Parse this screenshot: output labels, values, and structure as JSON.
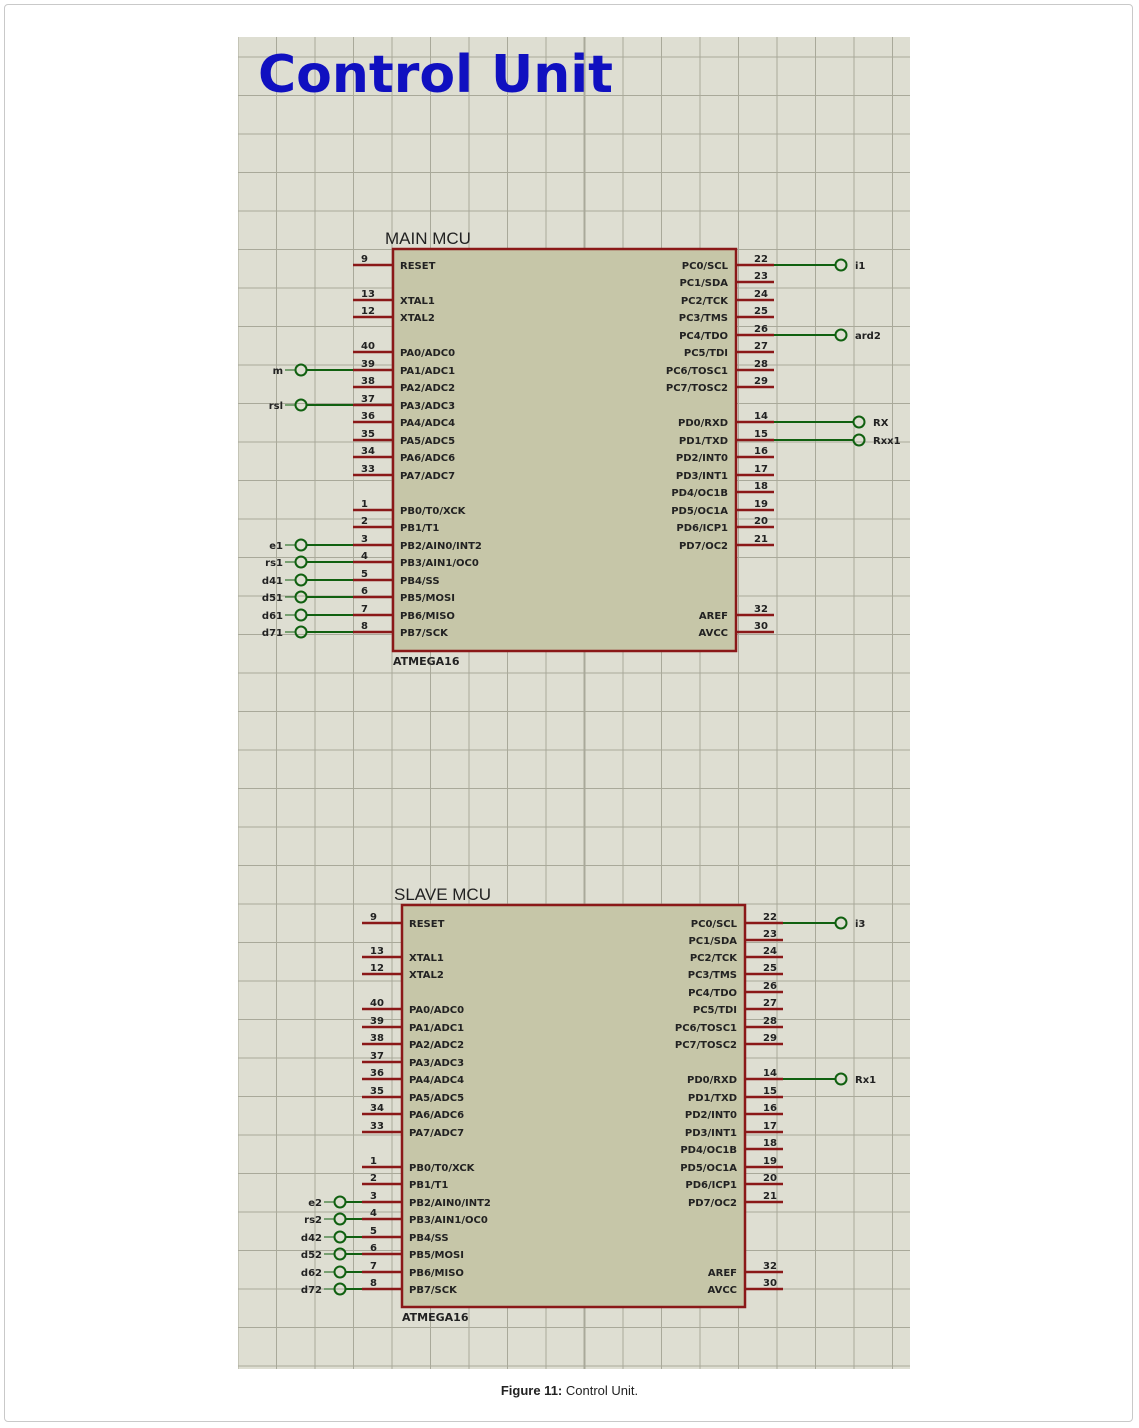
{
  "title": "Control Unit",
  "caption": {
    "label": "Figure 11:",
    "text": "Control Unit."
  },
  "colors": {
    "grid_bg": "#deded2",
    "grid_line": "#a9a99a",
    "chip_fill": "#c6c6a8",
    "chip_border": "#8a1818",
    "pin": "#8a1818",
    "wire": "#106010",
    "title": "#1010c0"
  },
  "main_mcu": {
    "label": "MAIN MCU",
    "part": "ATMEGA16",
    "left_pins": [
      {
        "num": "9",
        "name": "RESET"
      },
      {
        "num": "13",
        "name": "XTAL1"
      },
      {
        "num": "12",
        "name": "XTAL2"
      },
      {
        "num": "40",
        "name": "PA0/ADC0"
      },
      {
        "num": "39",
        "name": "PA1/ADC1"
      },
      {
        "num": "38",
        "name": "PA2/ADC2"
      },
      {
        "num": "37",
        "name": "PA3/ADC3"
      },
      {
        "num": "36",
        "name": "PA4/ADC4"
      },
      {
        "num": "35",
        "name": "PA5/ADC5"
      },
      {
        "num": "34",
        "name": "PA6/ADC6"
      },
      {
        "num": "33",
        "name": "PA7/ADC7"
      },
      {
        "num": "1",
        "name": "PB0/T0/XCK"
      },
      {
        "num": "2",
        "name": "PB1/T1"
      },
      {
        "num": "3",
        "name": "PB2/AIN0/INT2"
      },
      {
        "num": "4",
        "name": "PB3/AIN1/OC0"
      },
      {
        "num": "5",
        "name": "PB4/SS"
      },
      {
        "num": "6",
        "name": "PB5/MOSI"
      },
      {
        "num": "7",
        "name": "PB6/MISO"
      },
      {
        "num": "8",
        "name": "PB7/SCK"
      }
    ],
    "right_pins": [
      {
        "num": "22",
        "name": "PC0/SCL"
      },
      {
        "num": "23",
        "name": "PC1/SDA"
      },
      {
        "num": "24",
        "name": "PC2/TCK"
      },
      {
        "num": "25",
        "name": "PC3/TMS"
      },
      {
        "num": "26",
        "name": "PC4/TDO"
      },
      {
        "num": "27",
        "name": "PC5/TDI"
      },
      {
        "num": "28",
        "name": "PC6/TOSC1"
      },
      {
        "num": "29",
        "name": "PC7/TOSC2"
      },
      {
        "num": "14",
        "name": "PD0/RXD"
      },
      {
        "num": "15",
        "name": "PD1/TXD"
      },
      {
        "num": "16",
        "name": "PD2/INT0"
      },
      {
        "num": "17",
        "name": "PD3/INT1"
      },
      {
        "num": "18",
        "name": "PD4/OC1B"
      },
      {
        "num": "19",
        "name": "PD5/OC1A"
      },
      {
        "num": "20",
        "name": "PD6/ICP1"
      },
      {
        "num": "21",
        "name": "PD7/OC2"
      },
      {
        "num": "32",
        "name": "AREF"
      },
      {
        "num": "30",
        "name": "AVCC"
      }
    ],
    "nets_left": [
      {
        "label": "m",
        "pin": "PA1/ADC1"
      },
      {
        "label": "rsl",
        "pin": "PA3/ADC3"
      },
      {
        "label": "e1",
        "pin": "PB2/AIN0/INT2"
      },
      {
        "label": "rs1",
        "pin": "PB3/AIN1/OC0"
      },
      {
        "label": "d41",
        "pin": "PB4/SS"
      },
      {
        "label": "d51",
        "pin": "PB5/MOSI"
      },
      {
        "label": "d61",
        "pin": "PB6/MISO"
      },
      {
        "label": "d71",
        "pin": "PB7/SCK"
      }
    ],
    "nets_right": [
      {
        "label": "i1",
        "pin": "PC0/SCL"
      },
      {
        "label": "ard2",
        "pin": "PC4/TDO"
      },
      {
        "label": "RX",
        "pin": "PD0/RXD"
      },
      {
        "label": "Rxx1",
        "pin": "PD1/TXD"
      }
    ]
  },
  "slave_mcu": {
    "label": "SLAVE MCU",
    "part": "ATMEGA16",
    "left_pins": [
      {
        "num": "9",
        "name": "RESET"
      },
      {
        "num": "13",
        "name": "XTAL1"
      },
      {
        "num": "12",
        "name": "XTAL2"
      },
      {
        "num": "40",
        "name": "PA0/ADC0"
      },
      {
        "num": "39",
        "name": "PA1/ADC1"
      },
      {
        "num": "38",
        "name": "PA2/ADC2"
      },
      {
        "num": "37",
        "name": "PA3/ADC3"
      },
      {
        "num": "36",
        "name": "PA4/ADC4"
      },
      {
        "num": "35",
        "name": "PA5/ADC5"
      },
      {
        "num": "34",
        "name": "PA6/ADC6"
      },
      {
        "num": "33",
        "name": "PA7/ADC7"
      },
      {
        "num": "1",
        "name": "PB0/T0/XCK"
      },
      {
        "num": "2",
        "name": "PB1/T1"
      },
      {
        "num": "3",
        "name": "PB2/AIN0/INT2"
      },
      {
        "num": "4",
        "name": "PB3/AIN1/OC0"
      },
      {
        "num": "5",
        "name": "PB4/SS"
      },
      {
        "num": "6",
        "name": "PB5/MOSI"
      },
      {
        "num": "7",
        "name": "PB6/MISO"
      },
      {
        "num": "8",
        "name": "PB7/SCK"
      }
    ],
    "right_pins": [
      {
        "num": "22",
        "name": "PC0/SCL"
      },
      {
        "num": "23",
        "name": "PC1/SDA"
      },
      {
        "num": "24",
        "name": "PC2/TCK"
      },
      {
        "num": "25",
        "name": "PC3/TMS"
      },
      {
        "num": "26",
        "name": "PC4/TDO"
      },
      {
        "num": "27",
        "name": "PC5/TDI"
      },
      {
        "num": "28",
        "name": "PC6/TOSC1"
      },
      {
        "num": "29",
        "name": "PC7/TOSC2"
      },
      {
        "num": "14",
        "name": "PD0/RXD"
      },
      {
        "num": "15",
        "name": "PD1/TXD"
      },
      {
        "num": "16",
        "name": "PD2/INT0"
      },
      {
        "num": "17",
        "name": "PD3/INT1"
      },
      {
        "num": "18",
        "name": "PD4/OC1B"
      },
      {
        "num": "19",
        "name": "PD5/OC1A"
      },
      {
        "num": "20",
        "name": "PD6/ICP1"
      },
      {
        "num": "21",
        "name": "PD7/OC2"
      },
      {
        "num": "32",
        "name": "AREF"
      },
      {
        "num": "30",
        "name": "AVCC"
      }
    ],
    "nets_left": [
      {
        "label": "e2",
        "pin": "PB2/AIN0/INT2"
      },
      {
        "label": "rs2",
        "pin": "PB3/AIN1/OC0"
      },
      {
        "label": "d42",
        "pin": "PB4/SS"
      },
      {
        "label": "d52",
        "pin": "PB5/MOSI"
      },
      {
        "label": "d62",
        "pin": "PB6/MISO"
      },
      {
        "label": "d72",
        "pin": "PB7/SCK"
      }
    ],
    "nets_right": [
      {
        "label": "i3",
        "pin": "PC0/SCL"
      },
      {
        "label": "Rx1",
        "pin": "PD0/RXD"
      }
    ]
  }
}
